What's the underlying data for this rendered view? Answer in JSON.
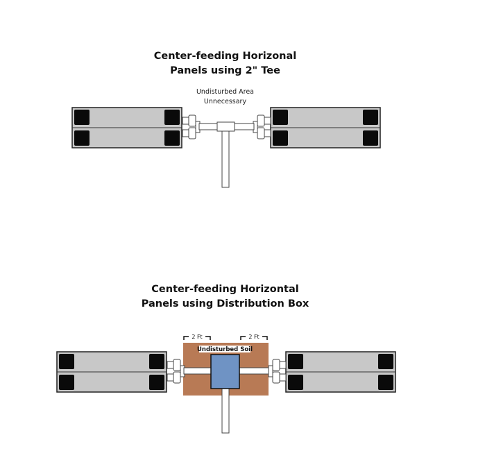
{
  "diagram1": {
    "title_line1": "Center-feeding Horizonal",
    "title_line2": "Panels using 2\" Tee",
    "note_line1": "Undisturbed Area",
    "note_line2": "Unnecessary"
  },
  "diagram2": {
    "title_line1": "Center-feeding Horizontal",
    "title_line2": "Panels using Distribution Box",
    "dim_left": "2 Ft",
    "dim_right": "2 Ft",
    "soil_label": "Undisturbed Soil"
  },
  "colors": {
    "panel_fill": "#c8c8c8",
    "panel_stroke": "#222222",
    "soil": "#b87a55",
    "dbox": "#6f93c4",
    "pipe": "#ffffff"
  }
}
